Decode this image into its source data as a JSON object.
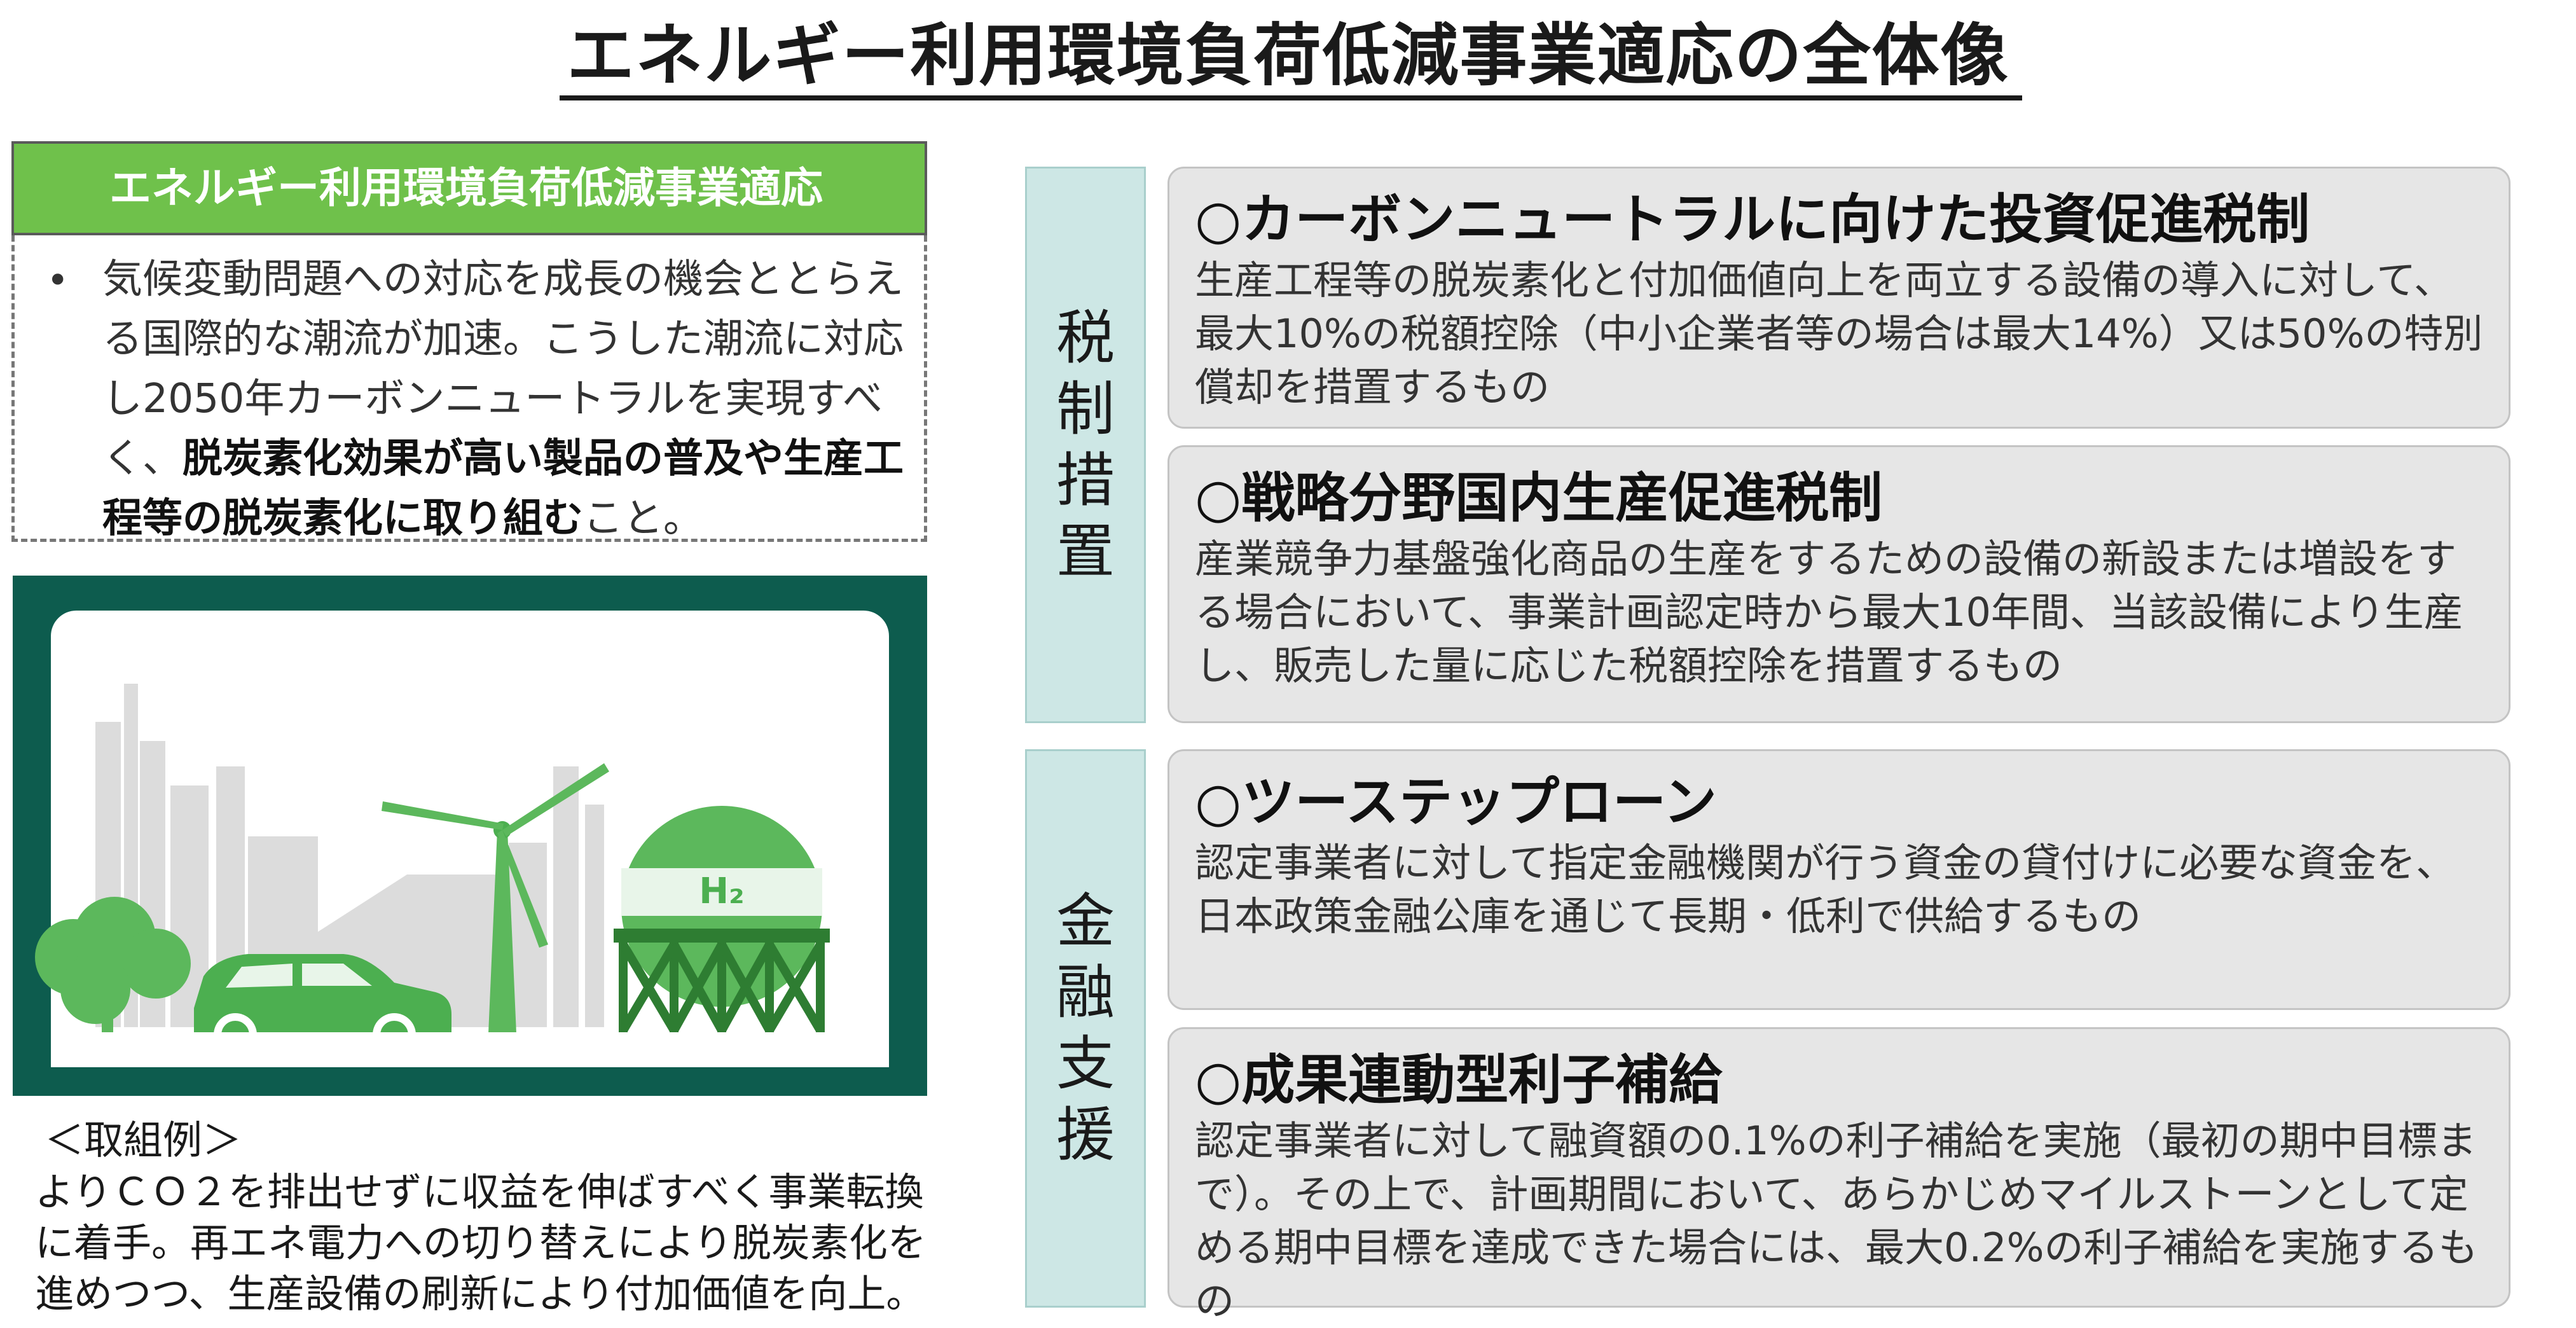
{
  "title": "エネルギー利用環境負荷低減事業適応の全体像",
  "left_panel": {
    "header": "エネルギー利用環境負荷低減事業適応",
    "bullet": "•",
    "desc_normal": "気候変動問題への対応を成長の機会ととらえる国際的な潮流が加速。こうした潮流に対応し2050年カーボンニュートラルを実現すべく、",
    "desc_bold": "脱炭素化効果が高い製品の普及や生産工程等の脱炭素化に取り組む",
    "desc_end": "こと。",
    "illustration_label": "H₂",
    "example_heading": "＜取組例＞",
    "example_text": "よりＣＯ２を排出せずに収益を伸ばすべく事業転換に着手。再エネ電力への切り替えにより脱炭素化を進めつつ、生産設備の刷新により付加価値を向上。"
  },
  "categories": {
    "tax": "税制措置",
    "finance": "金融支援"
  },
  "boxes": [
    {
      "title": "○カーボンニュートラルに向けた投資促進税制",
      "body": "生産工程等の脱炭素化と付加価値向上を両立する設備の導入に対して、最大10%の税額控除（中小企業者等の場合は最大14%）又は50%の特別償却を措置するもの"
    },
    {
      "title": "○戦略分野国内生産促進税制",
      "body": "産業競争力基盤強化商品の生産をするための設備の新設または増設をする場合において、事業計画認定時から最大10年間、当該設備により生産し、販売した量に応じた税額控除を措置するもの"
    },
    {
      "title": "○ツーステップローン",
      "body": "認定事業者に対して指定金融機関が行う資金の貸付けに必要な資金を、日本政策金融公庫を通じて長期・低利で供給するもの"
    },
    {
      "title": "○成果連動型利子補給",
      "body": "認定事業者に対して融資額の0.1%の利子補給を実施（最初の期中目標まで）。その上で、計画期間において、あらかじめマイルストーンとして定める期中目標を達成できた場合には、最大0.2%の利子補給を実施するもの"
    }
  ],
  "colors": {
    "green": "#6fc14b",
    "dark_green": "#0d5c4e",
    "category_bg": "#cde7e5",
    "box_bg": "#e6e6e6"
  }
}
